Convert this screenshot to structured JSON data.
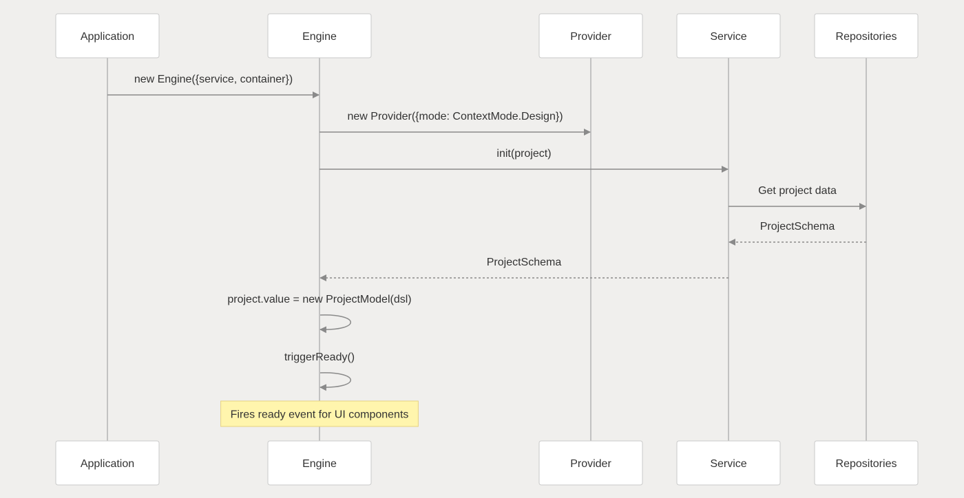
{
  "participants": [
    {
      "id": "application",
      "label": "Application"
    },
    {
      "id": "engine",
      "label": "Engine"
    },
    {
      "id": "provider",
      "label": "Provider"
    },
    {
      "id": "service",
      "label": "Service"
    },
    {
      "id": "repositories",
      "label": "Repositories"
    }
  ],
  "messages": [
    {
      "from": "application",
      "to": "engine",
      "label": "new Engine({service, container})",
      "style": "solid"
    },
    {
      "from": "engine",
      "to": "provider",
      "label": "new Provider({mode: ContextMode.Design})",
      "style": "solid"
    },
    {
      "from": "engine",
      "to": "service",
      "label": "init(project)",
      "style": "solid"
    },
    {
      "from": "service",
      "to": "repositories",
      "label": "Get project data",
      "style": "solid"
    },
    {
      "from": "repositories",
      "to": "service",
      "label": "ProjectSchema",
      "style": "dashed"
    },
    {
      "from": "service",
      "to": "engine",
      "label": "ProjectSchema",
      "style": "dashed"
    },
    {
      "from": "engine",
      "to": "engine",
      "label": "project.value = new ProjectModel(dsl)",
      "style": "solid"
    },
    {
      "from": "engine",
      "to": "engine",
      "label": "triggerReady()",
      "style": "solid"
    }
  ],
  "notes": [
    {
      "over": "engine",
      "label": "Fires ready event for UI components"
    }
  ]
}
